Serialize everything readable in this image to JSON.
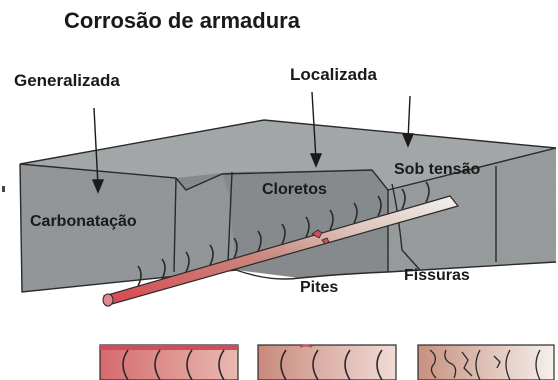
{
  "title": "Corrosão de armadura",
  "labels": {
    "generalizada": "Generalizada",
    "localizada": "Localizada",
    "carbonatacao": "Carbonatação",
    "cloretos": "Cloretos",
    "sob_tensao": "Sob tensão",
    "pites": "Pites",
    "fissuras": "Fissuras"
  },
  "colors": {
    "concrete": "#8f9395",
    "concrete_top": "#a6aaac",
    "concrete_dark": "#6f7375",
    "rebar_red": "#d0505a",
    "rebar_mid": "#c89488",
    "rebar_light": "#f2f0ee",
    "outline": "#2a2a2a"
  }
}
